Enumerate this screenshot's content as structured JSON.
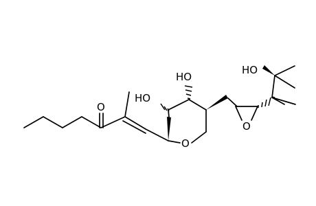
{
  "labels": {
    "ketone_oxygen": "O",
    "ring_oxygen": "O",
    "epoxide_oxygen": "O",
    "hydroxyl_left": "HO",
    "hydroxyl_middle": "HO",
    "hydroxyl_top": "HO"
  }
}
